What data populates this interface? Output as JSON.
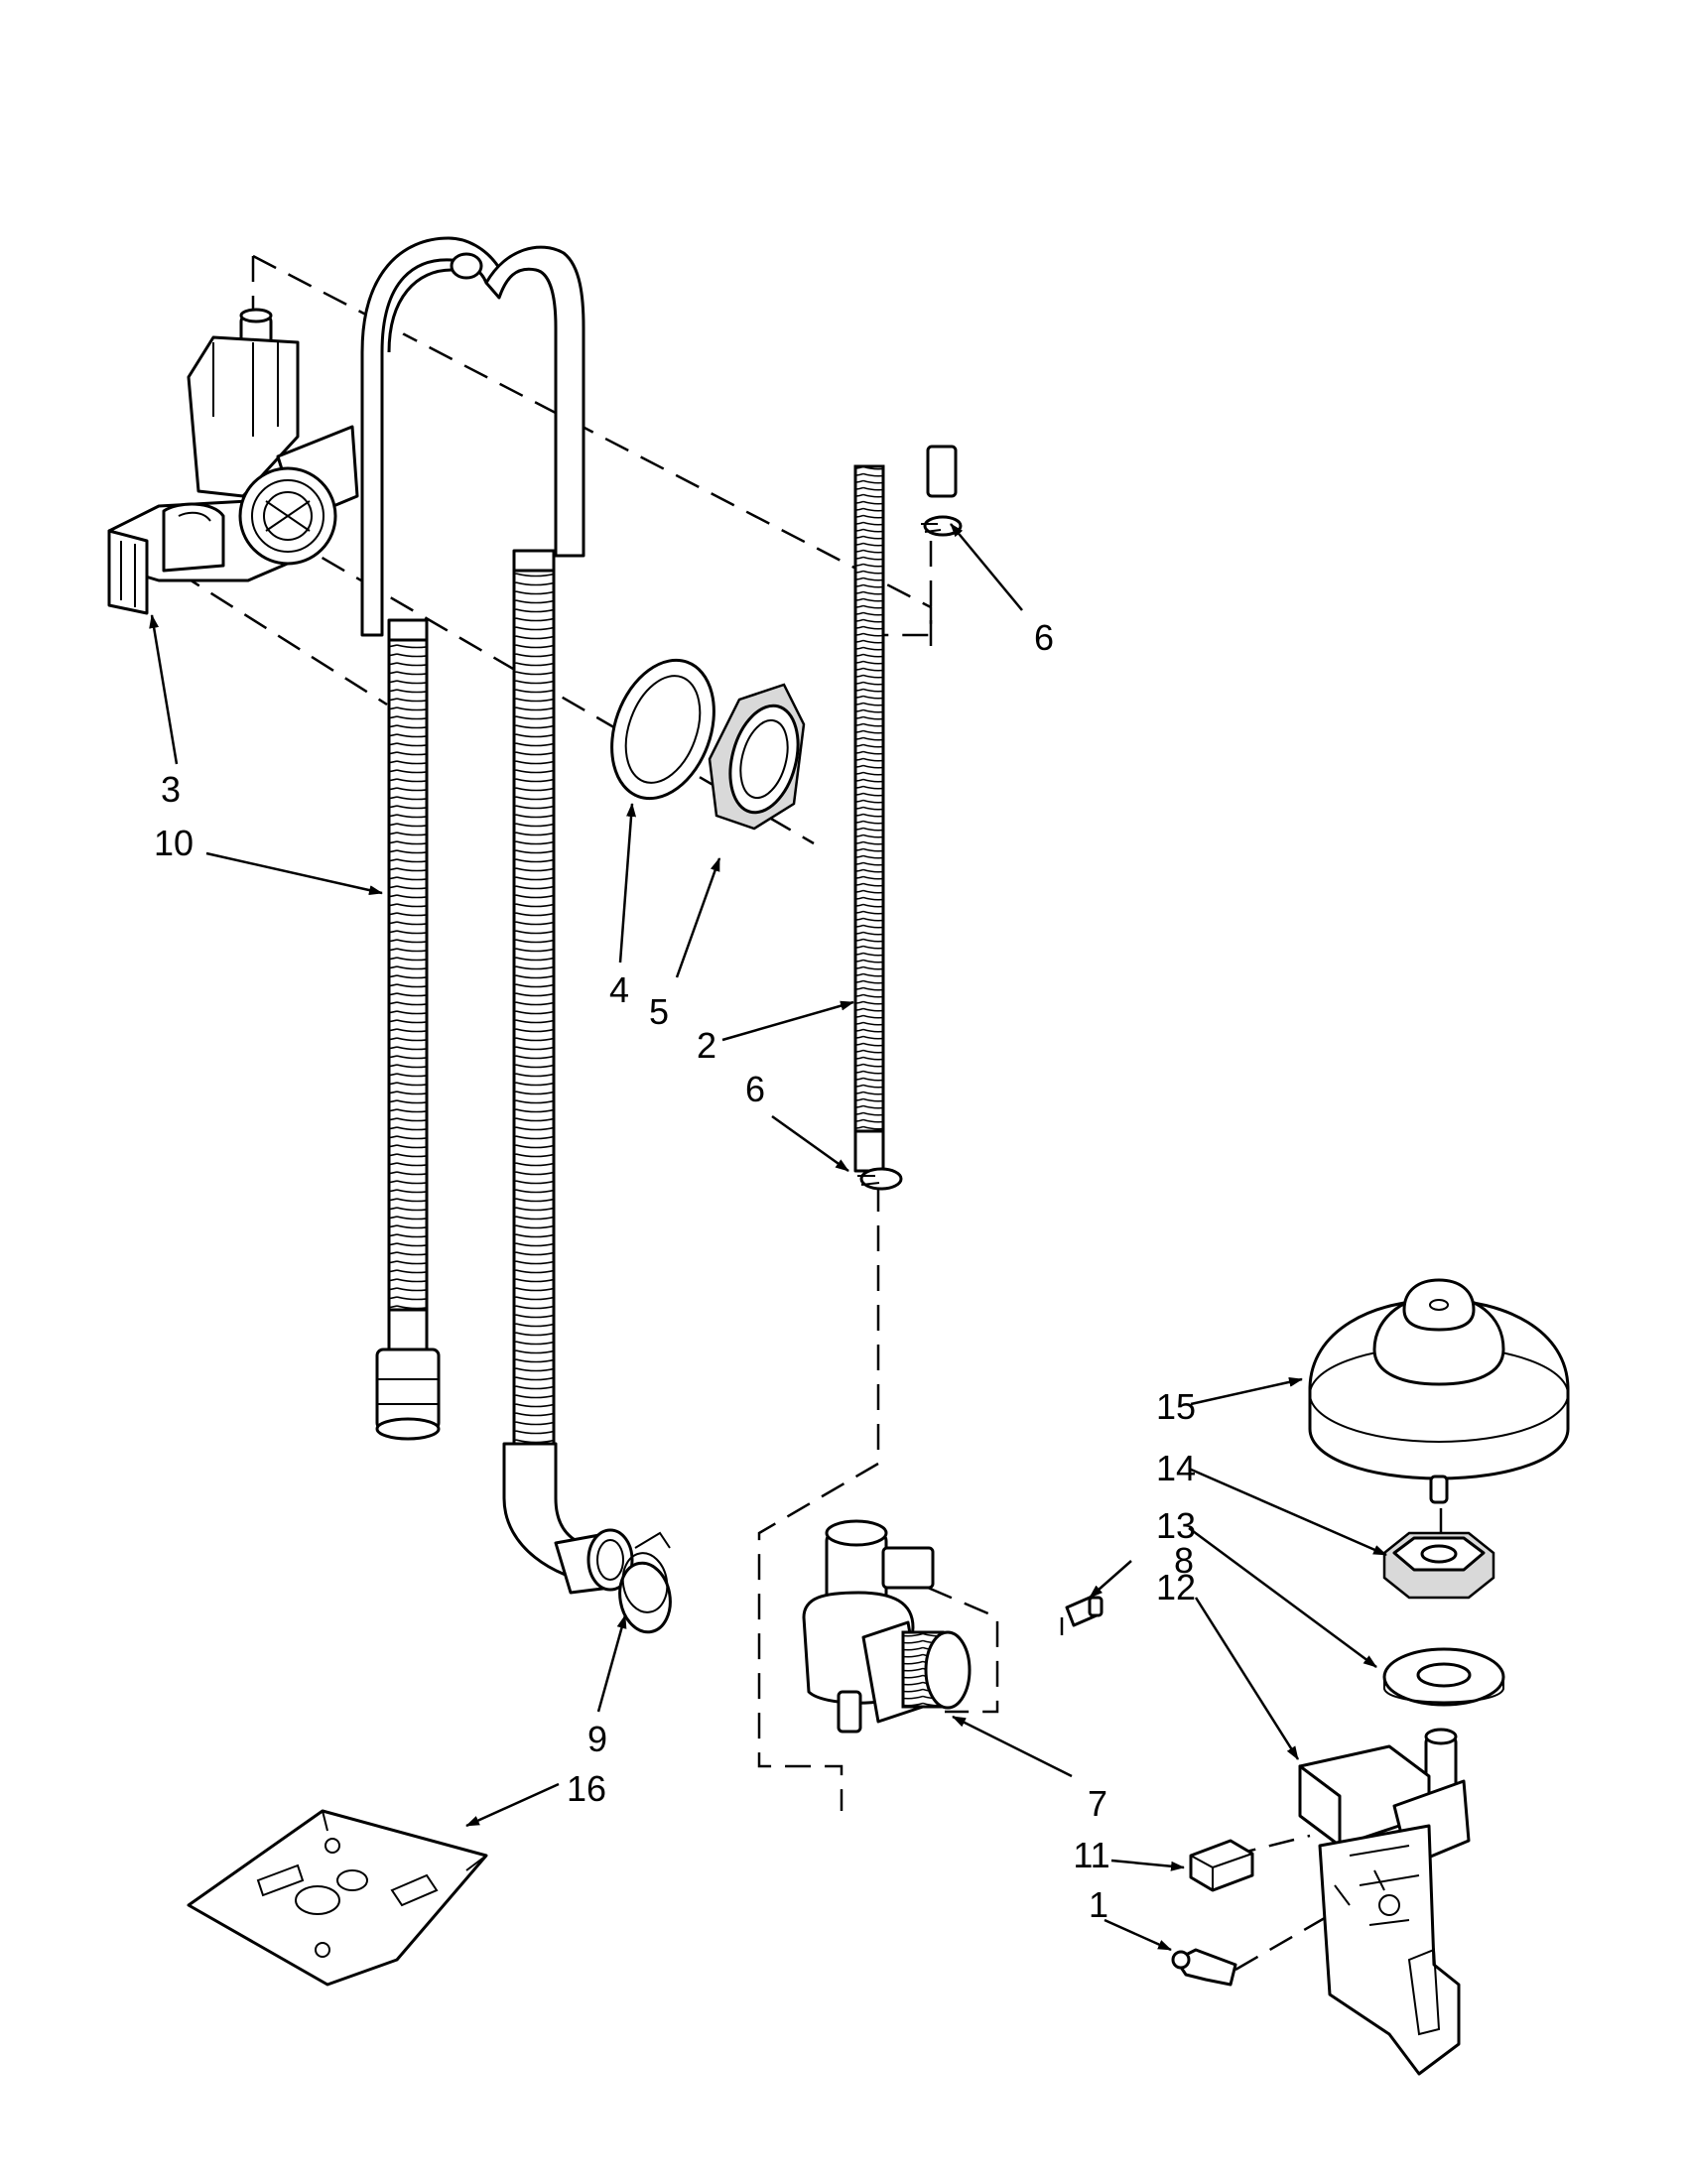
{
  "diagram": {
    "callouts": [
      {
        "id": "3",
        "text": "3"
      },
      {
        "id": "10",
        "text": "10"
      },
      {
        "id": "4",
        "text": "4"
      },
      {
        "id": "5",
        "text": "5"
      },
      {
        "id": "2",
        "text": "2"
      },
      {
        "id": "6a",
        "text": "6"
      },
      {
        "id": "6b",
        "text": "6"
      },
      {
        "id": "9",
        "text": "9"
      },
      {
        "id": "16",
        "text": "16"
      },
      {
        "id": "7",
        "text": "7"
      },
      {
        "id": "8",
        "text": "8"
      },
      {
        "id": "15",
        "text": "15"
      },
      {
        "id": "14",
        "text": "14"
      },
      {
        "id": "13",
        "text": "13"
      },
      {
        "id": "12",
        "text": "12"
      },
      {
        "id": "11",
        "text": "11"
      },
      {
        "id": "1",
        "text": "1"
      }
    ]
  }
}
